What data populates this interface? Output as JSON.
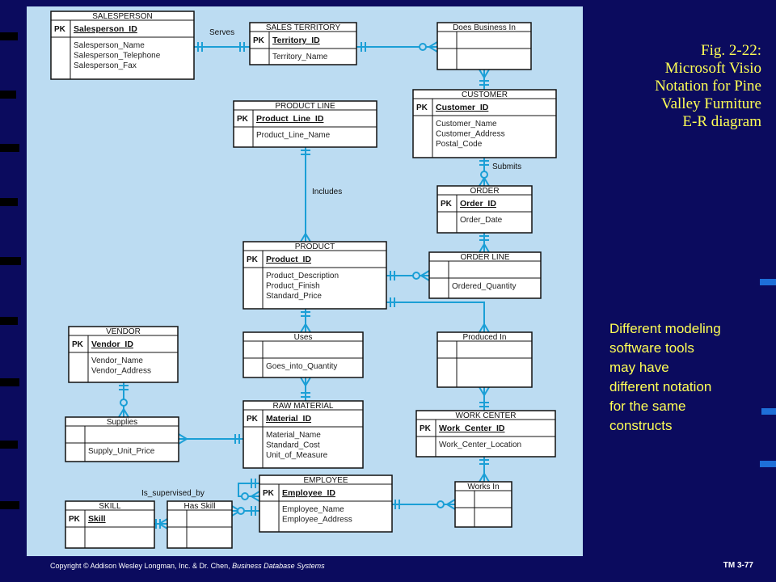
{
  "figure_title_lines": [
    "Fig. 2-22:",
    "Microsoft Visio",
    "Notation for Pine",
    "Valley Furniture",
    "E-R diagram"
  ],
  "side_note_lines": [
    "Different modeling",
    "software tools",
    "may have",
    "different notation",
    "for the same",
    "constructs"
  ],
  "footer": {
    "copyright": "Copyright © Addison Wesley Longman, Inc. & Dr. Chen, ",
    "book": "Business Database Systems",
    "slide_number": "TM 3-77"
  },
  "colors": {
    "background": "#0b0b5e",
    "panel": "#bcdcf2",
    "relationship_line": "#1b9fd6",
    "text_yellow": "#ffff55"
  },
  "pk_label": "PK",
  "entities": [
    {
      "id": "salesperson",
      "name": "SALESPERSON",
      "pk": "Salesperson_ID",
      "attributes": [
        "Salesperson_Name",
        "Salesperson_Telephone",
        "Salesperson_Fax"
      ]
    },
    {
      "id": "sales_territory",
      "name": "SALES TERRITORY",
      "pk": "Territory_ID",
      "attributes": [
        "Territory_Name"
      ]
    },
    {
      "id": "does_business_in",
      "name": "Does Business In",
      "pk": "",
      "attributes": []
    },
    {
      "id": "customer",
      "name": "CUSTOMER",
      "pk": "Customer_ID",
      "attributes": [
        "Customer_Name",
        "Customer_Address",
        "Postal_Code"
      ]
    },
    {
      "id": "product_line",
      "name": "PRODUCT LINE",
      "pk": "Product_Line_ID",
      "attributes": [
        "Product_Line_Name"
      ]
    },
    {
      "id": "order",
      "name": "ORDER",
      "pk": "Order_ID",
      "attributes": [
        "Order_Date"
      ]
    },
    {
      "id": "product",
      "name": "PRODUCT",
      "pk": "Product_ID",
      "attributes": [
        "Product_Description",
        "Product_Finish",
        "Standard_Price"
      ]
    },
    {
      "id": "order_line",
      "name": "ORDER LINE",
      "pk": "",
      "attributes": [
        "Ordered_Quantity"
      ]
    },
    {
      "id": "vendor",
      "name": "VENDOR",
      "pk": "Vendor_ID",
      "attributes": [
        "Vendor_Name",
        "Vendor_Address"
      ]
    },
    {
      "id": "uses",
      "name": "Uses",
      "pk": "",
      "attributes": [
        "Goes_into_Quantity"
      ]
    },
    {
      "id": "produced_in",
      "name": "Produced In",
      "pk": "",
      "attributes": []
    },
    {
      "id": "supplies",
      "name": "Supplies",
      "pk": "",
      "attributes": [
        "Supply_Unit_Price"
      ]
    },
    {
      "id": "raw_material",
      "name": "RAW MATERIAL",
      "pk": "Material_ID",
      "attributes": [
        "Material_Name",
        "Standard_Cost",
        "Unit_of_Measure"
      ]
    },
    {
      "id": "work_center",
      "name": "WORK CENTER",
      "pk": "Work_Center_ID",
      "attributes": [
        "Work_Center_Location"
      ]
    },
    {
      "id": "skill",
      "name": "SKILL",
      "pk": "Skill",
      "attributes": []
    },
    {
      "id": "has_skill",
      "name": "Has Skill",
      "pk": "",
      "attributes": []
    },
    {
      "id": "employee",
      "name": "EMPLOYEE",
      "pk": "Employee_ID",
      "attributes": [
        "Employee_Name",
        "Employee_Address"
      ]
    },
    {
      "id": "works_in",
      "name": "Works In",
      "pk": "",
      "attributes": []
    }
  ],
  "relationship_labels": [
    {
      "id": "serves",
      "text": "Serves"
    },
    {
      "id": "submits",
      "text": "Submits"
    },
    {
      "id": "includes",
      "text": "Includes"
    },
    {
      "id": "is_supervised_by",
      "text": "Is_supervised_by"
    }
  ]
}
